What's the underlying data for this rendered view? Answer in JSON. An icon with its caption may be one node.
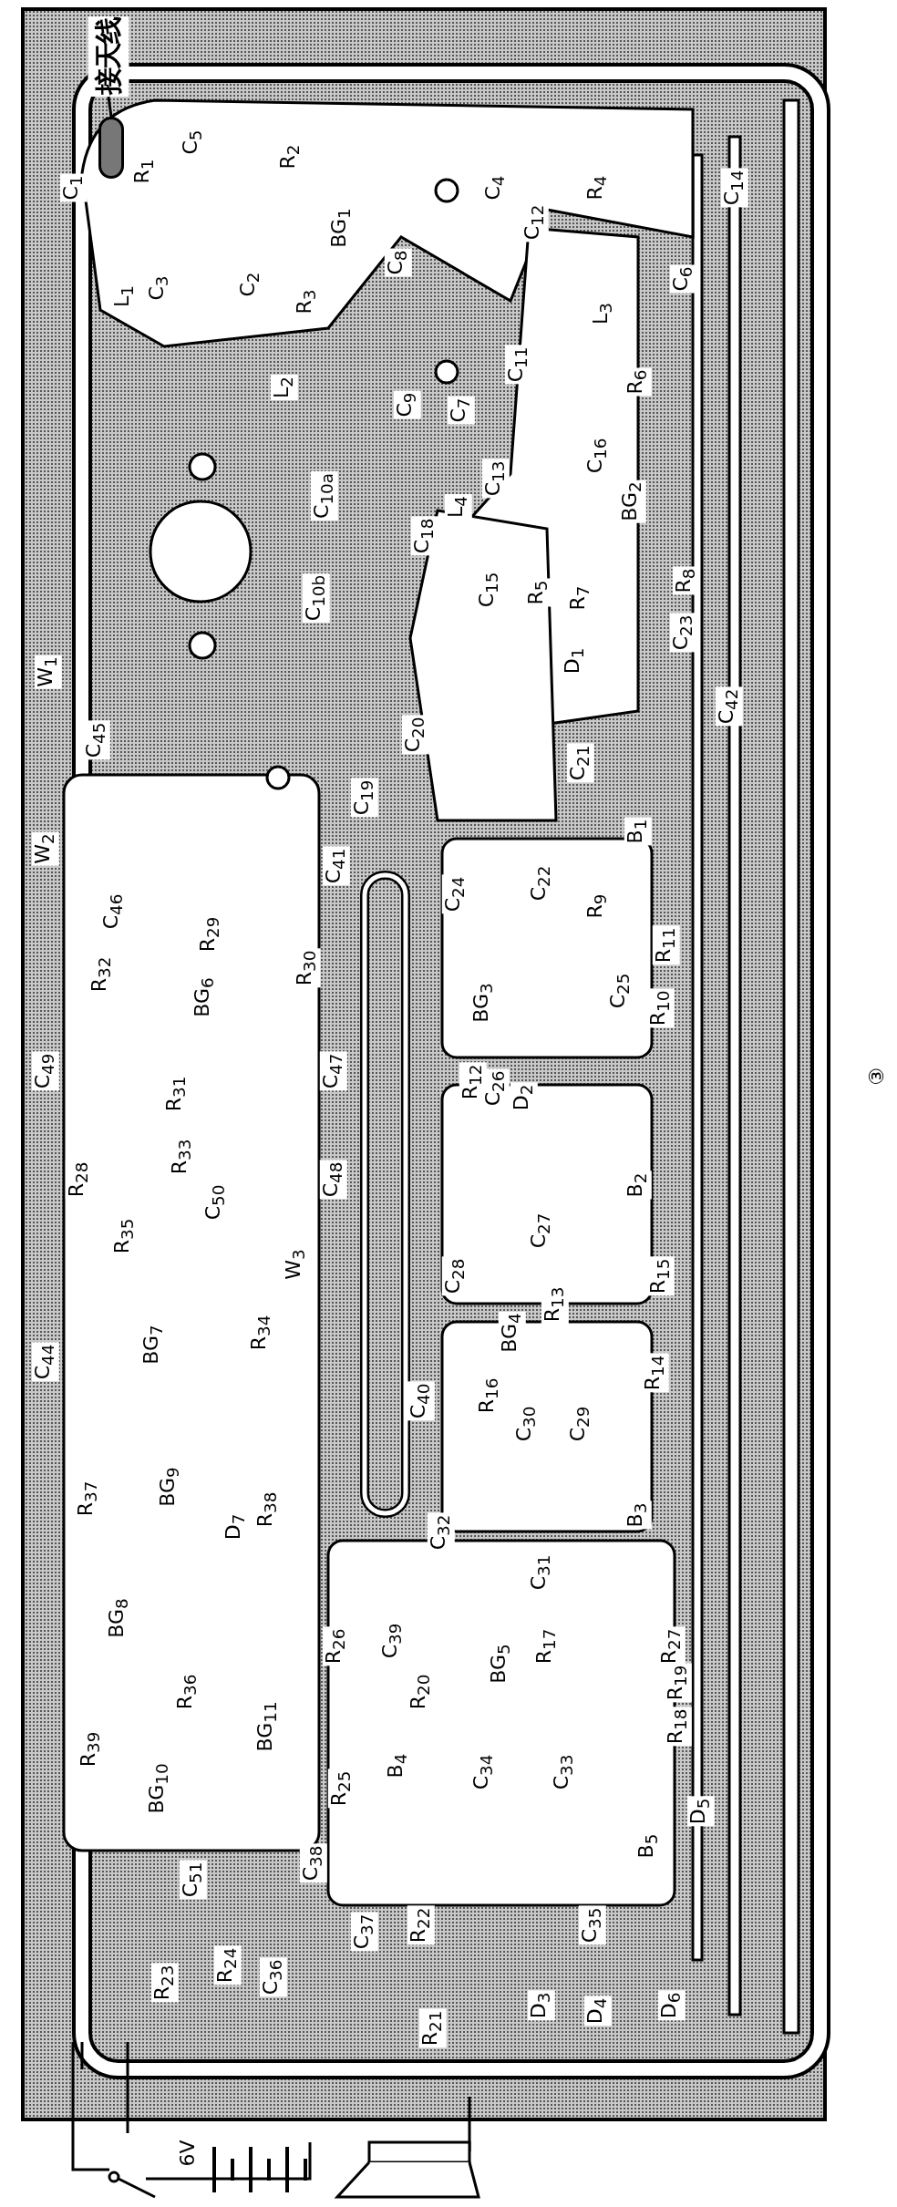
{
  "diagram": {
    "nodes": [
      {
        "text": [
          "接天线"
        ]
      },
      {
        "text": [],
        "shape": "box"
      }
    ],
    "edges": [
      {
        "from": 0,
        "to": 1,
        "arrow": "none"
      }
    ],
    "labels": [
      "C$_{1}$",
      "R$_{1}$",
      "C$_{5}$",
      "R$_{2}$",
      "BG$_{1}$",
      "L$_{1}$",
      "C$_{3}$",
      "C$_{2}$",
      "R$_{3}$",
      "C$_{8}$",
      "C$_{4}$",
      "C$_{12}$",
      "R$_{4}$",
      "C$_{14}$",
      "C$_{6}$",
      "L$_{3}$",
      "C$_{11}$",
      "L$_{2}$",
      "C$_{9}$",
      "C$_{7}$",
      "R$_{6}$",
      "C$_{16}$",
      "C$_{10a}$",
      "C$_{18}$",
      "L$_{4}$",
      "C$_{13}$",
      "BG$_{2}$",
      "C$_{15}$",
      "R$_{5}$",
      "R$_{7}$",
      "R$_{8}$",
      "C$_{10b}$",
      "D$_{1}$",
      "C$_{23}$",
      "C$_{42}$",
      "W$_{1}$",
      "C$_{45}$",
      "C$_{20}$",
      "C$_{21}$",
      "C$_{19}$",
      "B$_{1}$",
      "W$_{2}$",
      "C$_{46}$",
      "C$_{41}$",
      "C$_{24}$",
      "C$_{22}$",
      "R$_{9}$",
      "R$_{29}$",
      "R$_{11}$",
      "R$_{32}$",
      "R$_{30}$",
      "BG$_{6}$",
      "BG$_{3}$",
      "C$_{25}$",
      "R$_{10}$",
      "C$_{49}$",
      "R$_{31}$",
      "C$_{47}$",
      "R$_{12}$",
      "C$_{26}$",
      "D$_{2}$",
      "③",
      "R$_{33}$",
      "C$_{48}$",
      "B$_{2}$",
      "R$_{28}$",
      "C$_{50}$",
      "R$_{35}$",
      "C$_{27}$",
      "W$_{3}$",
      "C$_{28}$",
      "R$_{13}$",
      "R$_{15}$",
      "C$_{44}$",
      "BG$_{7}$",
      "R$_{34}$",
      "BG$_{4}$",
      "R$_{14}$",
      "C$_{40}$",
      "R$_{16}$",
      "C$_{30}$",
      "C$_{29}$",
      "R$_{37}$",
      "BG$_{9}$",
      "D$_{7}$",
      "R$_{38}$",
      "B$_{3}$",
      "C$_{32}$",
      "C$_{31}$",
      "BG$_{8}$",
      "R$_{36}$",
      "R$_{26}$",
      "C$_{39}$",
      "R$_{17}$",
      "R$_{27}$",
      "BG$_{5}$",
      "R$_{20}$",
      "R$_{19}$",
      "R$_{18}$",
      "BG$_{11}$",
      "R$_{39}$",
      "BG$_{10}$",
      "B$_{4}$",
      "C$_{34}$",
      "C$_{33}$",
      "R$_{25}$",
      "D$_{5}$",
      "B$_{5}$",
      "C$_{51}$",
      "C$_{38}$",
      "C$_{37}$",
      "R$_{22}$",
      "C$_{35}$",
      "R$_{23}$",
      "R$_{24}$",
      "C$_{36}$",
      "D$_{3}$",
      "D$_{4}$",
      "D$_{6}$",
      "R$_{21}$",
      "6V"
    ]
  }
}
